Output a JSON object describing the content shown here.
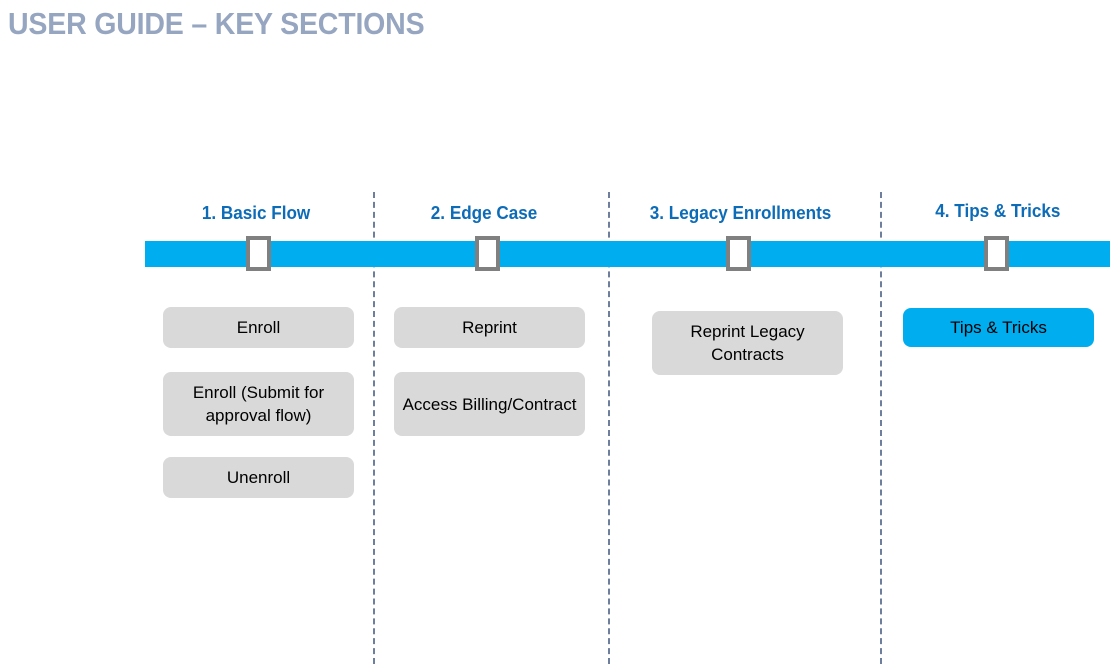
{
  "page": {
    "title": "USER GUIDE – KEY SECTIONS",
    "title_color": "#96a5c0",
    "background": "#ffffff"
  },
  "timeline": {
    "bar_color": "#00adef",
    "marker_fill": "#ffffff",
    "marker_border_color": "#808080",
    "divider_color": "#6e7f9e"
  },
  "columns": [
    {
      "header": "1. Basic Flow",
      "header_color": "#0d6cb8",
      "items": [
        {
          "label": "Enroll",
          "highlighted": false,
          "color": "#d9d9d9"
        },
        {
          "label": "Enroll (Submit for approval flow)",
          "highlighted": false,
          "color": "#d9d9d9"
        },
        {
          "label": "Unenroll",
          "highlighted": false,
          "color": "#d9d9d9"
        }
      ]
    },
    {
      "header": "2. Edge Case",
      "header_color": "#0d6cb8",
      "items": [
        {
          "label": "Reprint",
          "highlighted": false,
          "color": "#d9d9d9"
        },
        {
          "label": "Access Billing/Contract",
          "highlighted": false,
          "color": "#d9d9d9"
        }
      ]
    },
    {
      "header": "3. Legacy Enrollments",
      "header_color": "#0d6cb8",
      "items": [
        {
          "label": "Reprint Legacy Contracts",
          "highlighted": false,
          "color": "#d9d9d9"
        }
      ]
    },
    {
      "header": "4. Tips & Tricks",
      "header_color": "#0d6cb8",
      "items": [
        {
          "label": "Tips & Tricks",
          "highlighted": true,
          "color": "#00adef"
        }
      ]
    }
  ]
}
